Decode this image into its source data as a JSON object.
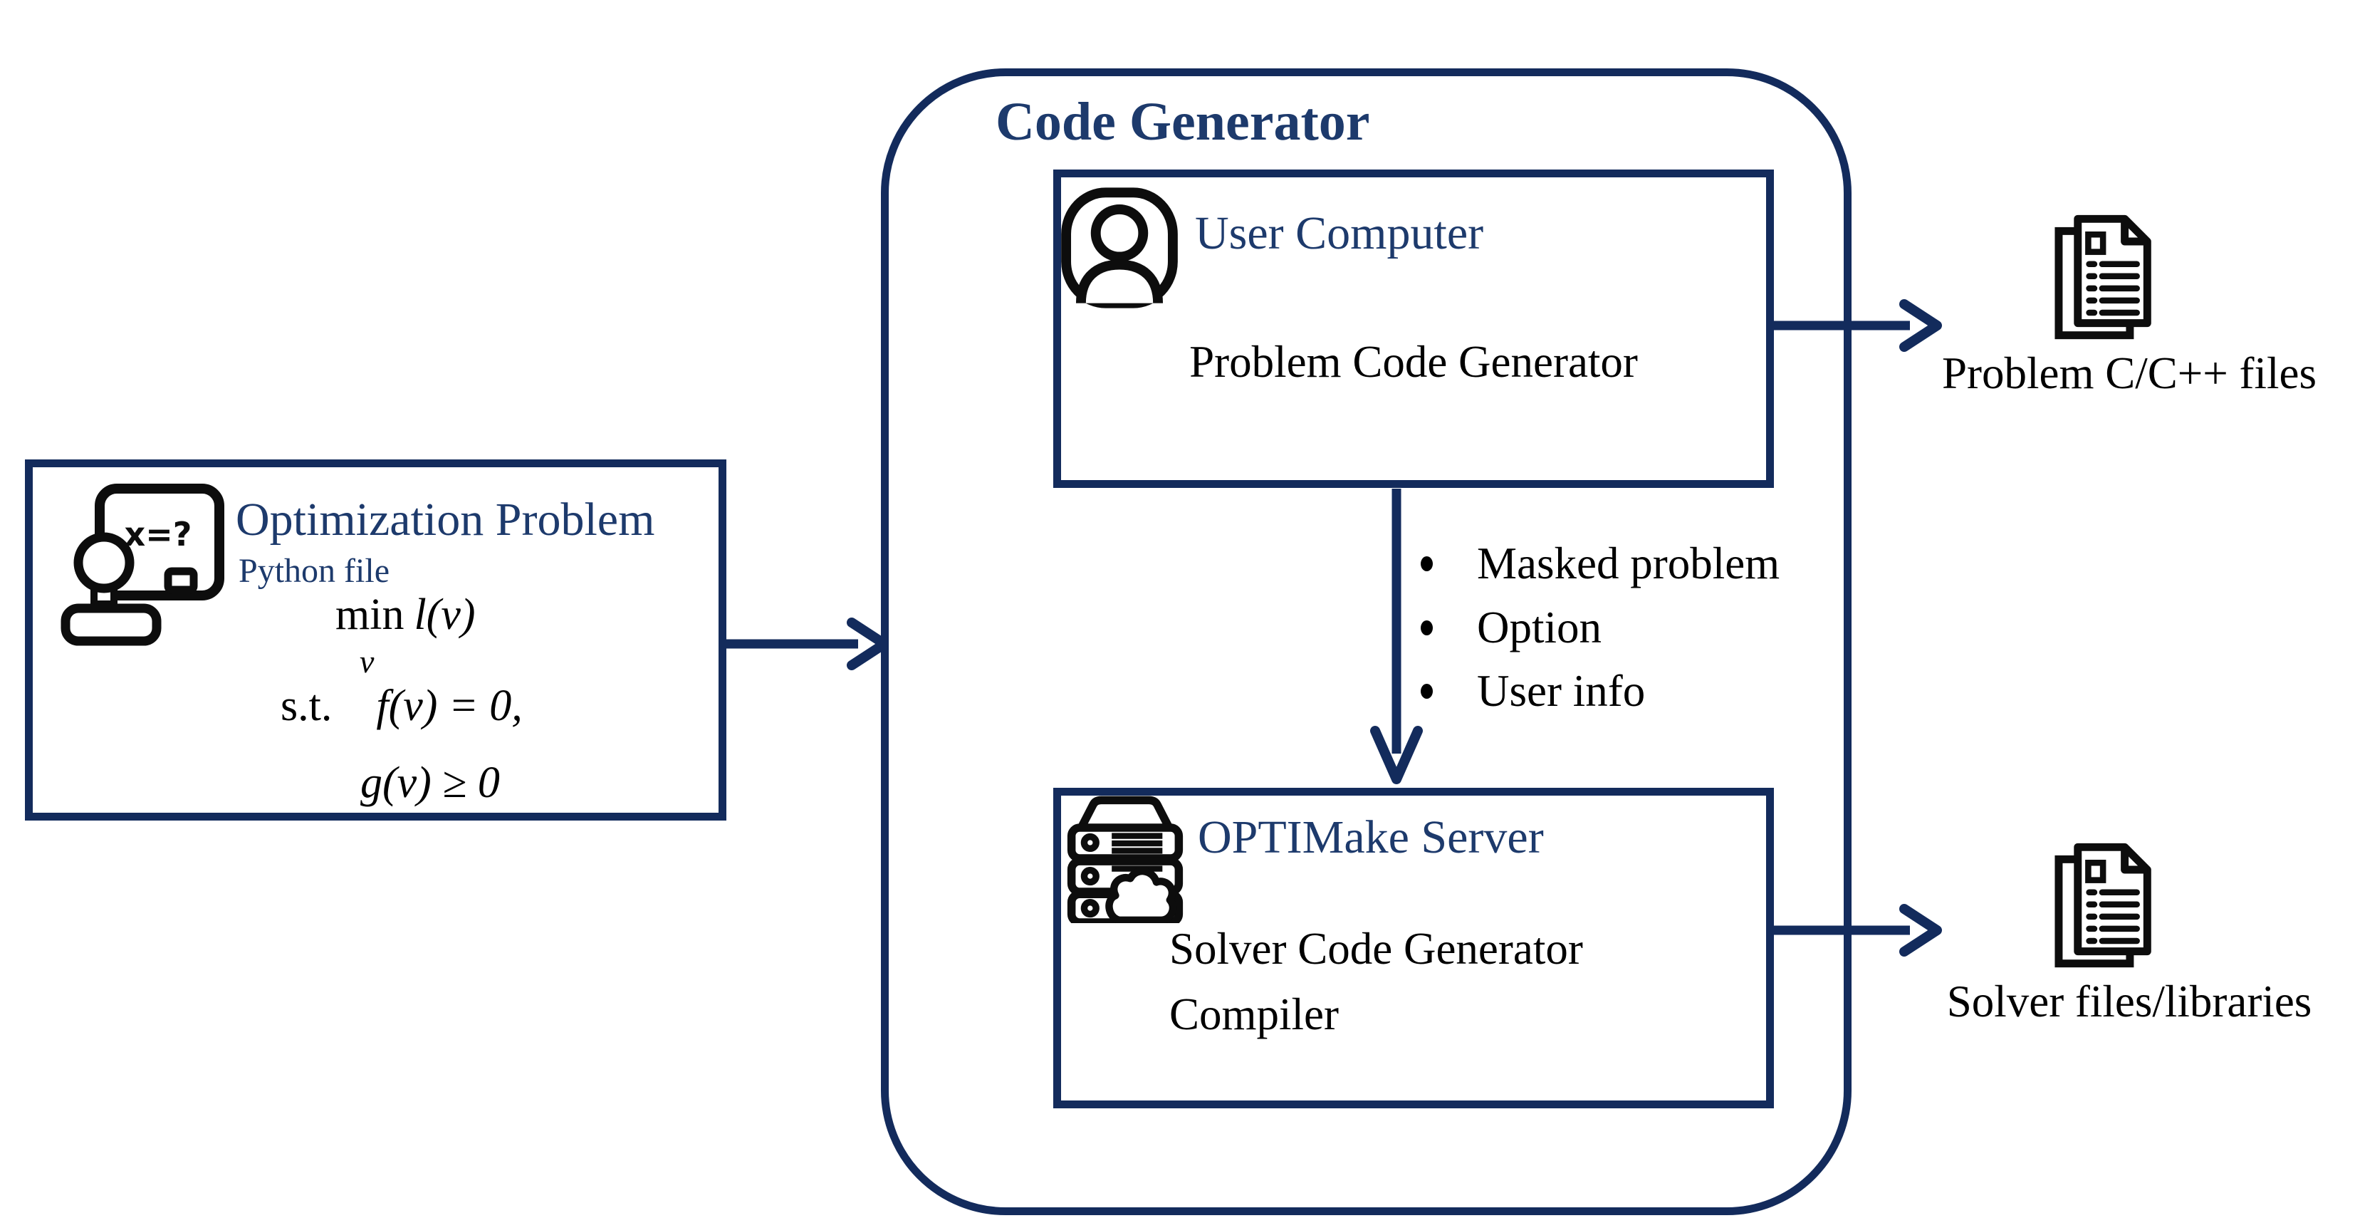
{
  "colors": {
    "line_navy": "#132b5c",
    "text_navy": "#1d3a6c",
    "text_black": "#000000",
    "icon_black": "#0d0d0d",
    "background": "#ffffff"
  },
  "left_panel": {
    "title": "Optimization Problem",
    "subtitle": "Python file",
    "icon": "person-blackboard-icon",
    "board_text": "x=?",
    "math": {
      "min_word": "min",
      "min_sub": "v",
      "objective": "l(v)",
      "st_prefix": "s.t.",
      "constraint1": "f(v) = 0,",
      "constraint2": "g(v) ≥ 0"
    }
  },
  "code_generator": {
    "title": "Code Generator",
    "user_box": {
      "icon": "user-icon",
      "title": "User Computer",
      "body": "Problem Code Generator"
    },
    "transfer_list": {
      "items": [
        "Masked problem",
        "Option",
        "User info"
      ]
    },
    "server_box": {
      "icon": "server-cloud-icon",
      "title": "OPTIMake Server",
      "body_line1": "Solver Code Generator",
      "body_line2": "Compiler"
    }
  },
  "outputs": {
    "problem_files": {
      "icon": "documents-icon",
      "label": "Problem C/C++ files"
    },
    "solver_files": {
      "icon": "documents-icon",
      "label": "Solver files/libraries"
    }
  }
}
